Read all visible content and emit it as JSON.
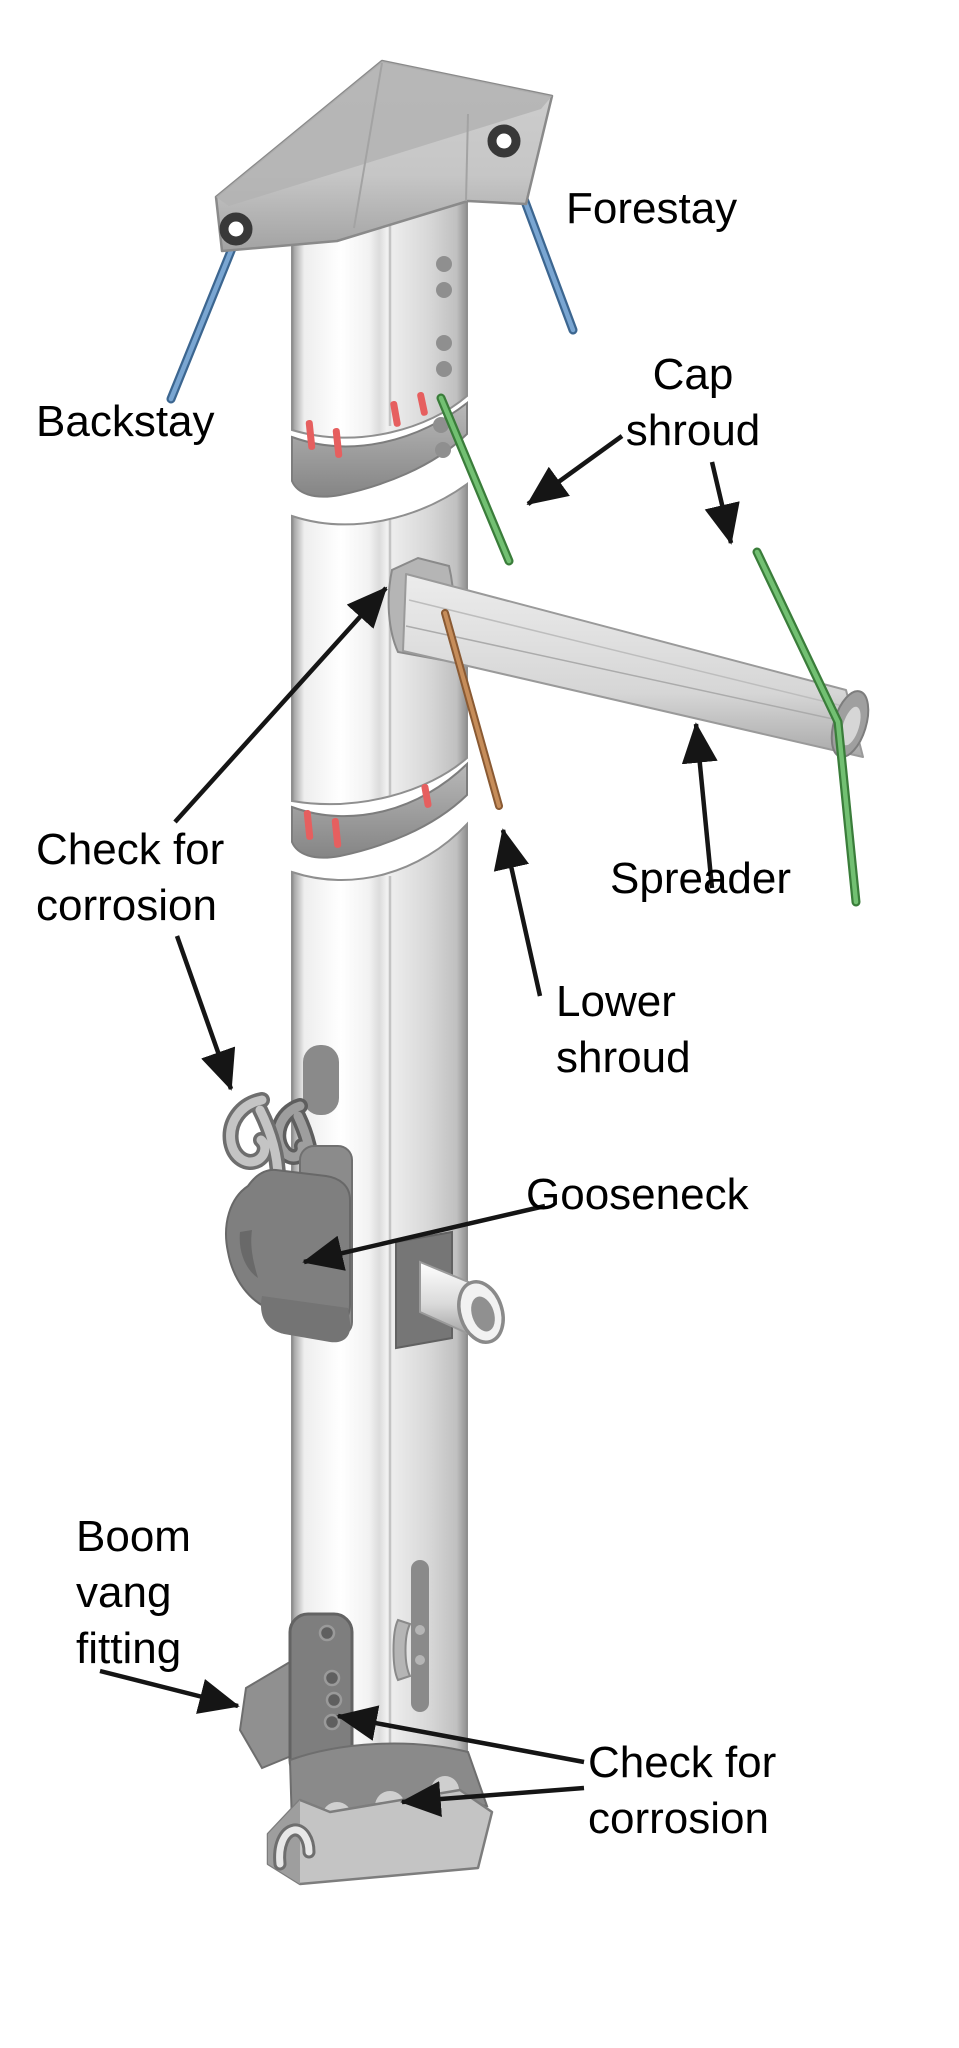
{
  "figure": {
    "background": "#ffffff",
    "labels": {
      "forestay": "Forestay",
      "backstay": "Backstay",
      "cap_shroud": "Cap\nshroud",
      "check_corrosion_upper": "Check for\ncorrosion",
      "spreader": "Spreader",
      "lower_shroud": "Lower\nshroud",
      "gooseneck": "Gooseneck",
      "boom_vang_fitting": "Boom\nvang\nfitting",
      "check_corrosion_lower": "Check for\ncorrosion"
    },
    "colors": {
      "label_text": "#000000",
      "arrow": "#151515",
      "stay_blue": "#7aa6d2",
      "stay_blue_dark": "#3c6690",
      "shroud_green": "#72c072",
      "shroud_green_dark": "#3a7d3a",
      "shroud_brown": "#c68d5a",
      "shroud_brown_dark": "#8a5a33",
      "corrosion_mark_red": "#e65f5f",
      "fitting_gray": "#7f7f7f"
    }
  }
}
